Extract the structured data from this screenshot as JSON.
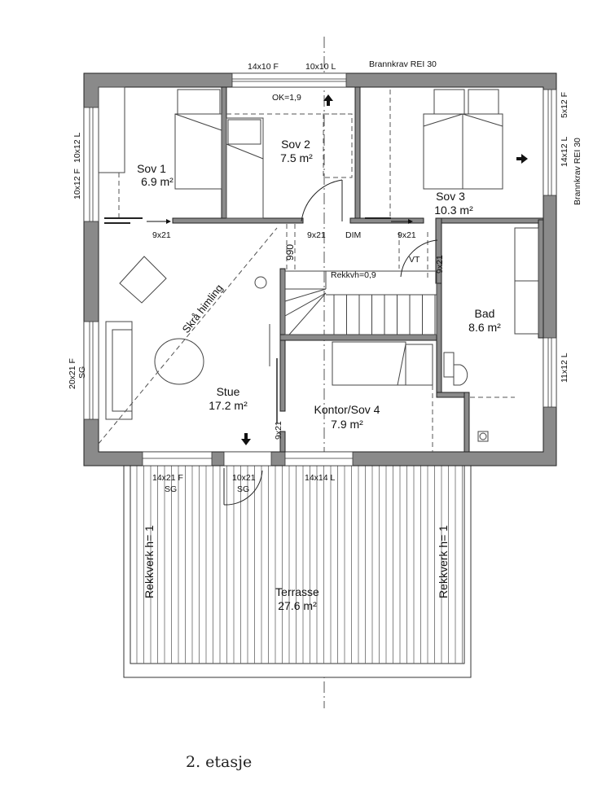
{
  "floor_title": "2. etasje",
  "rooms": {
    "sov1": {
      "name": "Sov 1",
      "area": "6.9 m²"
    },
    "sov2": {
      "name": "Sov 2",
      "area": "7.5 m²"
    },
    "sov3": {
      "name": "Sov 3",
      "area": "10.3 m²"
    },
    "stue": {
      "name": "Stue",
      "area": "17.2 m²"
    },
    "bad": {
      "name": "Bad",
      "area": "8.6 m²"
    },
    "kontor": {
      "name": "Kontor/Sov 4",
      "area": "7.9 m²"
    },
    "terrasse": {
      "name": "Terrasse",
      "area": "27.6 m²"
    }
  },
  "annotations": {
    "fire_top": "Brannkrav REI 30",
    "fire_right": "Brannkrav REI 30",
    "ok": "OK=1,9",
    "skra": "Skrå himling",
    "rekkvh": "Rekkvh=0,9",
    "dim": "DIM",
    "vt": "VT",
    "stair_990": "990",
    "railing_left": "Rekkverk h= 1",
    "railing_right": "Rekkverk h= 1"
  },
  "windows": {
    "top1": "14x10 F",
    "top2": "10x10 L",
    "left1": "10x12 L",
    "left2": "10x12 F",
    "left3": "20x21 F",
    "left3b": "SG",
    "right1": "5x12 F",
    "right2": "14x12 L",
    "right3": "11x12 L",
    "bottom1": "14x21 F",
    "bottom1b": "SG",
    "bottom2": "10x21",
    "bottom2b": "SG",
    "bottom3": "14x14 L"
  },
  "doors": {
    "d1": "9x21",
    "d2": "9x21",
    "d3": "9x21",
    "d4": "9x21",
    "d5": "9x21"
  }
}
